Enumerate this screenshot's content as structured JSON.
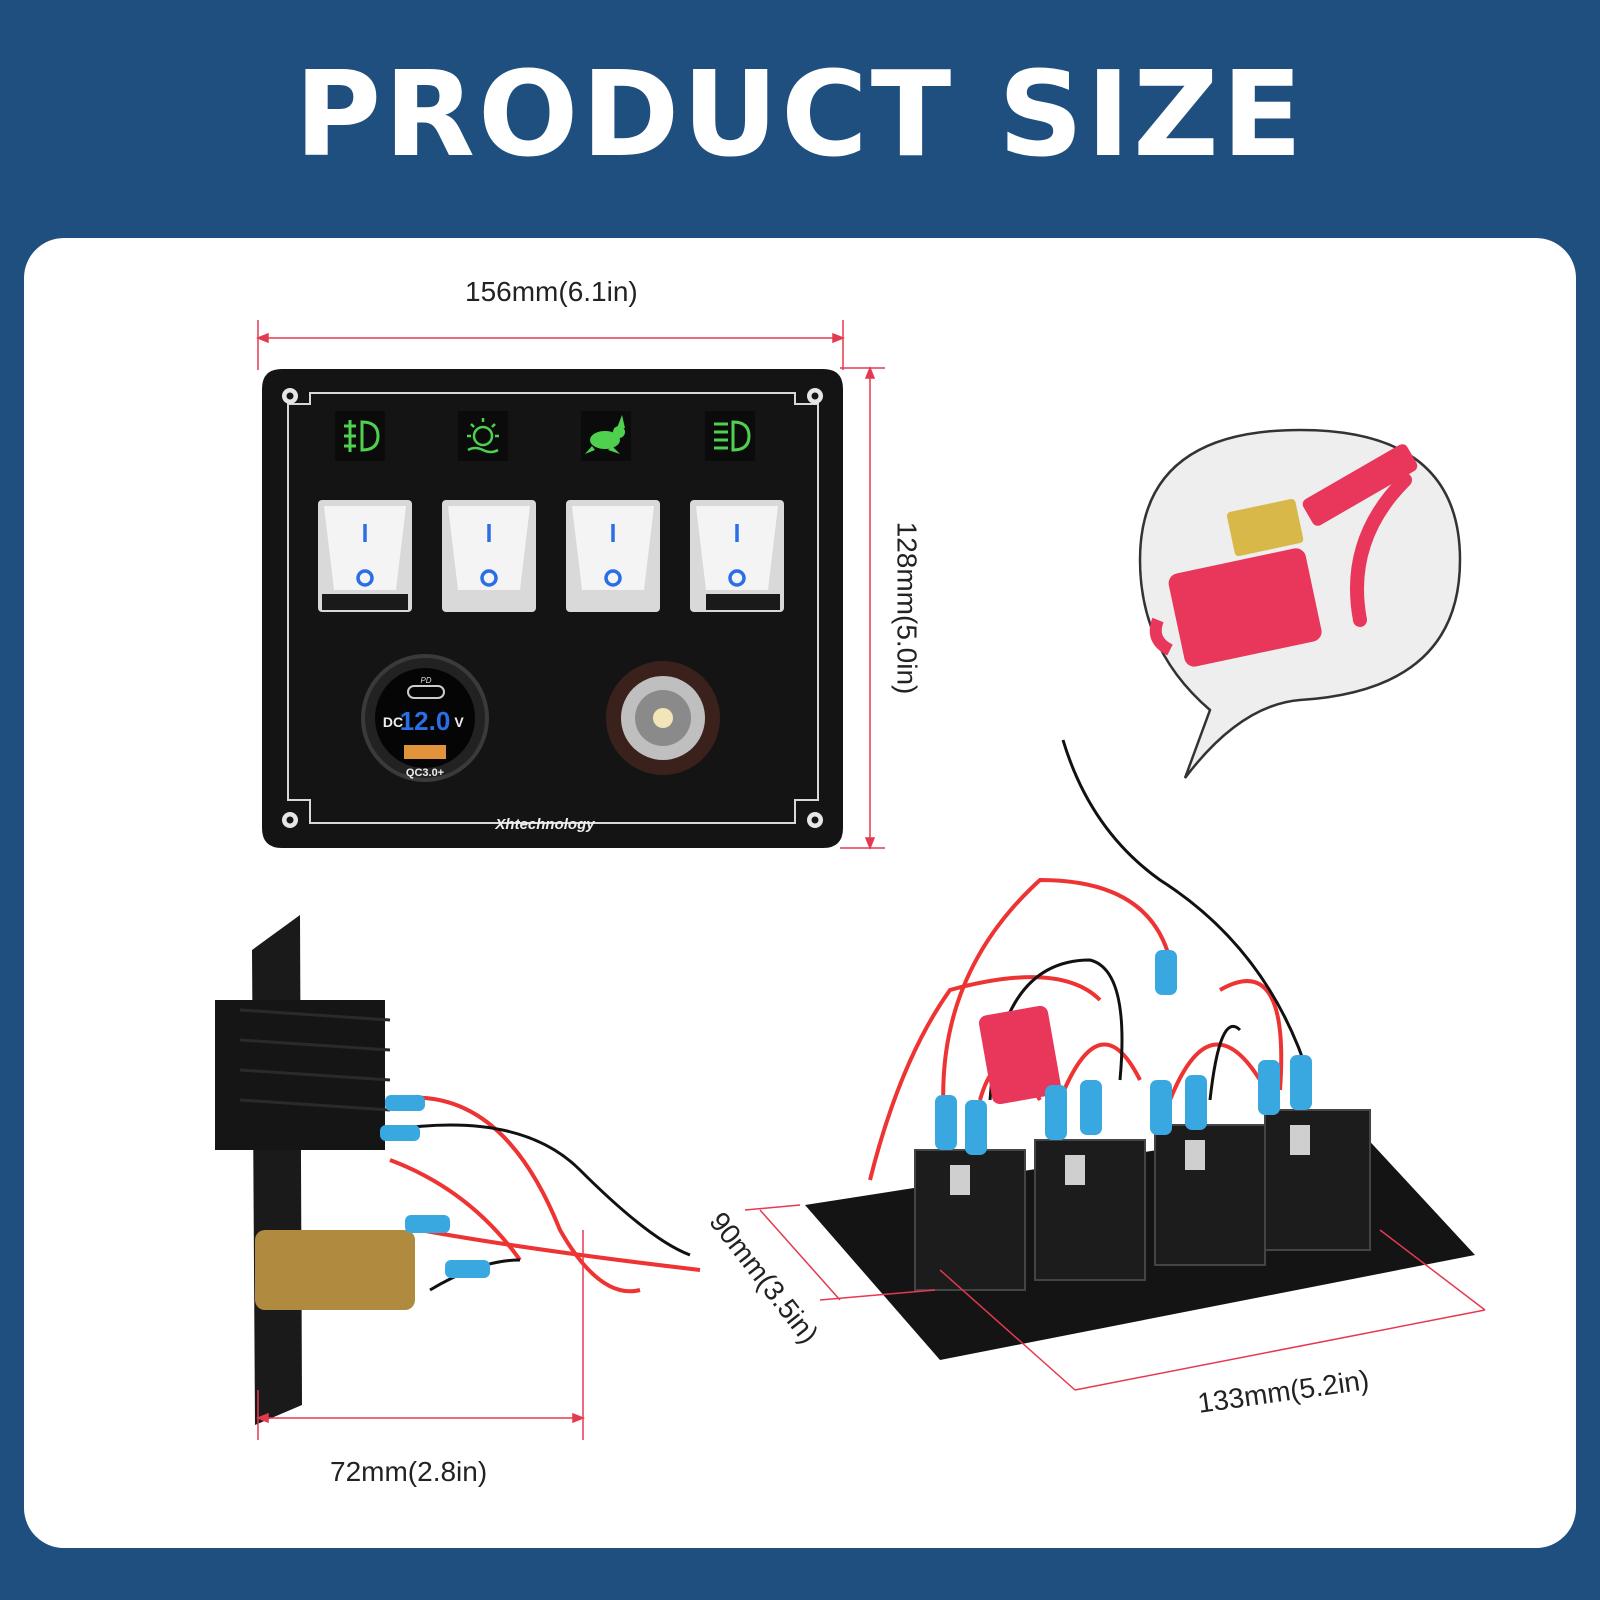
{
  "title": "PRODUCT SIZE",
  "dimensions": {
    "width": "156mm(6.1in)",
    "height": "128mm(5.0in)",
    "depth": "72mm(2.8in)",
    "back_height": "90mm(3.5in)",
    "back_width": "133mm(5.2in)"
  },
  "panel": {
    "brand": "Xhtechnology",
    "voltmeter_label_left": "DC",
    "voltmeter_reading": "12.0",
    "voltmeter_label_right": "V",
    "pd_label": "PD",
    "qc_label": "QC3.0+",
    "switch_icons": [
      "fog-light-icon",
      "underwater-light-icon",
      "rabbit-icon",
      "headlight-icon"
    ]
  },
  "colors": {
    "background": "#1f4f7f",
    "panel": "#141414",
    "icon_green": "#4fd04f",
    "led_blue": "#2a6fe8",
    "dimension_line": "#e53950",
    "fuse_holder": "#e8375a"
  }
}
